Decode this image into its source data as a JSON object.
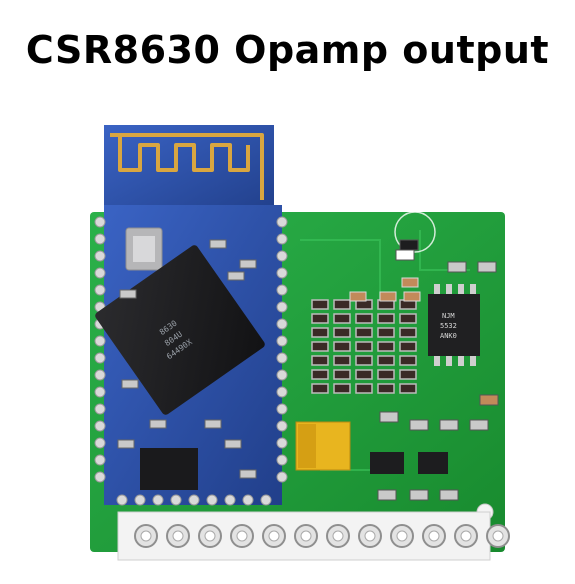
{
  "title": "CSR8630 Opamp output",
  "chip_marking": [
    "8630",
    "804U",
    "64490X"
  ],
  "opamp_marking": [
    "NJM",
    "5532",
    "ANK0"
  ],
  "cap_marking": "",
  "colors": {
    "pcb_green": "#1f9a35",
    "module_blue": "#2c4fa3",
    "gold_trace": "#d9a640",
    "chip_black": "#1c1c1e",
    "tantalum_yellow": "#e8b51f"
  }
}
